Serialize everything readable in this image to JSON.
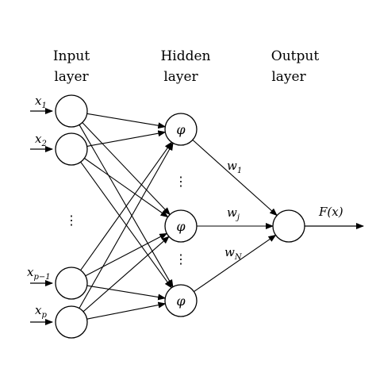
{
  "headings": {
    "input": [
      "Input",
      "layer"
    ],
    "hidden": [
      "Hidden",
      "layer"
    ],
    "output": [
      "Output",
      "layer"
    ]
  },
  "inputs": [
    {
      "base": "x",
      "sub": "1"
    },
    {
      "base": "x",
      "sub": "2"
    },
    {
      "base": "x",
      "sub": "p−1"
    },
    {
      "base": "x",
      "sub": "p"
    }
  ],
  "hidden_symbol": "φ",
  "ellipsis": "⋮",
  "weights": [
    {
      "base": "w",
      "sub": "1"
    },
    {
      "base": "w",
      "sub": "j"
    },
    {
      "base": "w",
      "sub": "N"
    }
  ],
  "output_label": "F(x)"
}
